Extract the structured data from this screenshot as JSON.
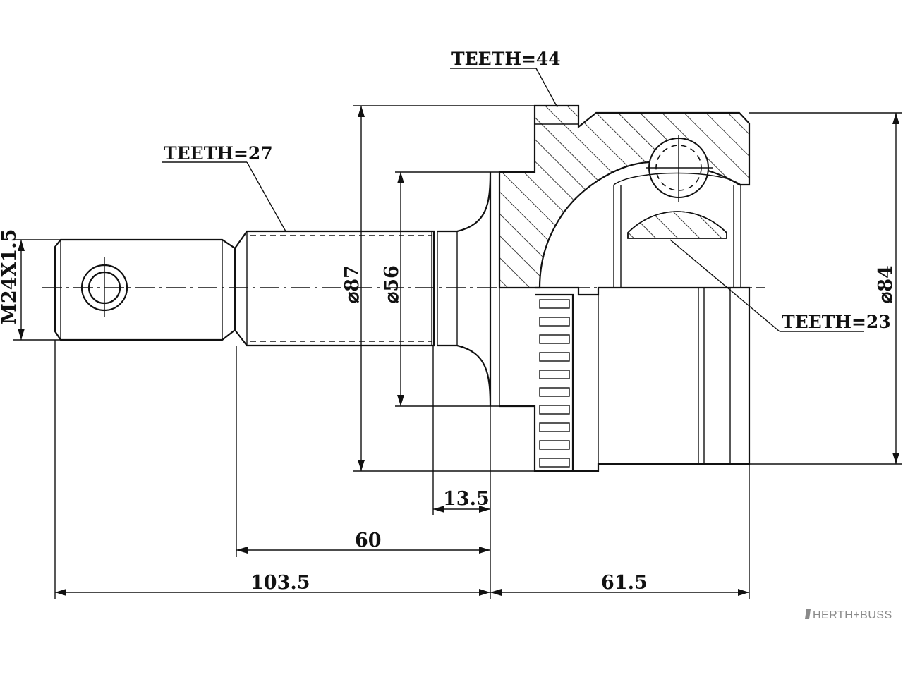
{
  "drawing": {
    "labels": {
      "teeth_shaft": "TEETH=27",
      "teeth_abs": "TEETH=44",
      "teeth_inner": "TEETH=23",
      "thread": "M24X1.5",
      "dia_87": "⌀87",
      "dia_56": "⌀56",
      "dia_84": "⌀84",
      "len_13_5": "13.5",
      "len_60": "60",
      "len_103_5": "103.5",
      "len_61_5": "61.5"
    },
    "brand": "HERTH+BUSS"
  }
}
